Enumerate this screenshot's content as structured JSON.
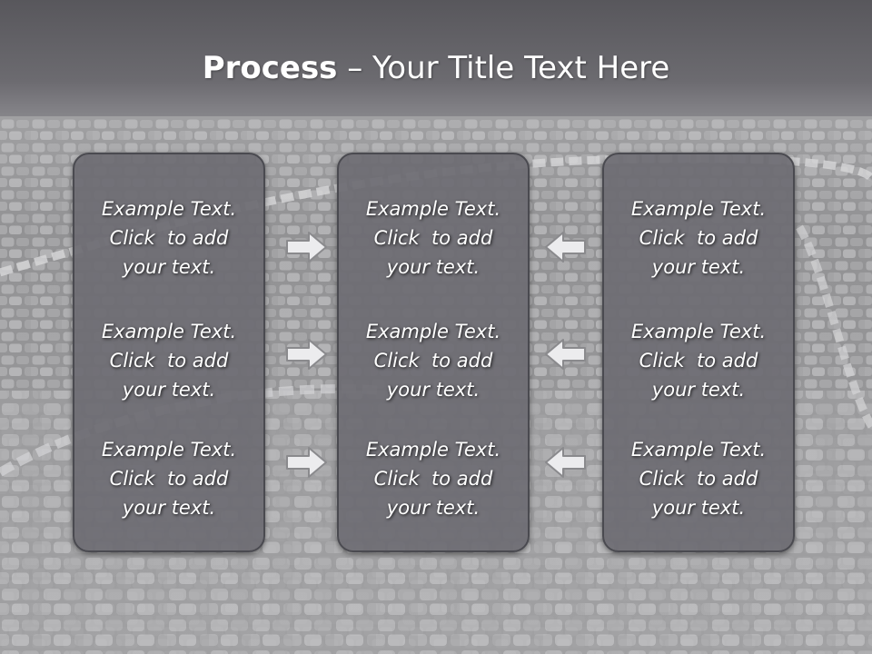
{
  "slide": {
    "title_bold": "Process",
    "title_rest": " – Your Title Text Here"
  },
  "columns": [
    {
      "blocks": [
        {
          "line1": "Example Text.",
          "line2": "Click  to add",
          "line3": "your text."
        },
        {
          "line1": "Example Text.",
          "line2": "Click  to add",
          "line3": "your text."
        },
        {
          "line1": "Example Text.",
          "line2": "Click  to add",
          "line3": "your text."
        }
      ]
    },
    {
      "blocks": [
        {
          "line1": "Example Text.",
          "line2": "Click  to add",
          "line3": "your text."
        },
        {
          "line1": "Example Text.",
          "line2": "Click  to add",
          "line3": "your text."
        },
        {
          "line1": "Example Text.",
          "line2": "Click  to add",
          "line3": "your text."
        }
      ]
    },
    {
      "blocks": [
        {
          "line1": "Example Text.",
          "line2": "Click  to add",
          "line3": "your text."
        },
        {
          "line1": "Example Text.",
          "line2": "Click  to add",
          "line3": "your text."
        },
        {
          "line1": "Example Text.",
          "line2": "Click  to add",
          "line3": "your text."
        }
      ]
    }
  ],
  "arrows": {
    "left_group": "arrow-right-icon",
    "right_group": "arrow-left-icon"
  },
  "colors": {
    "title_band": "#6c6b70",
    "panel_fill": "#6c6b72",
    "panel_border": "#4a4a50",
    "text": "#ffffff"
  }
}
